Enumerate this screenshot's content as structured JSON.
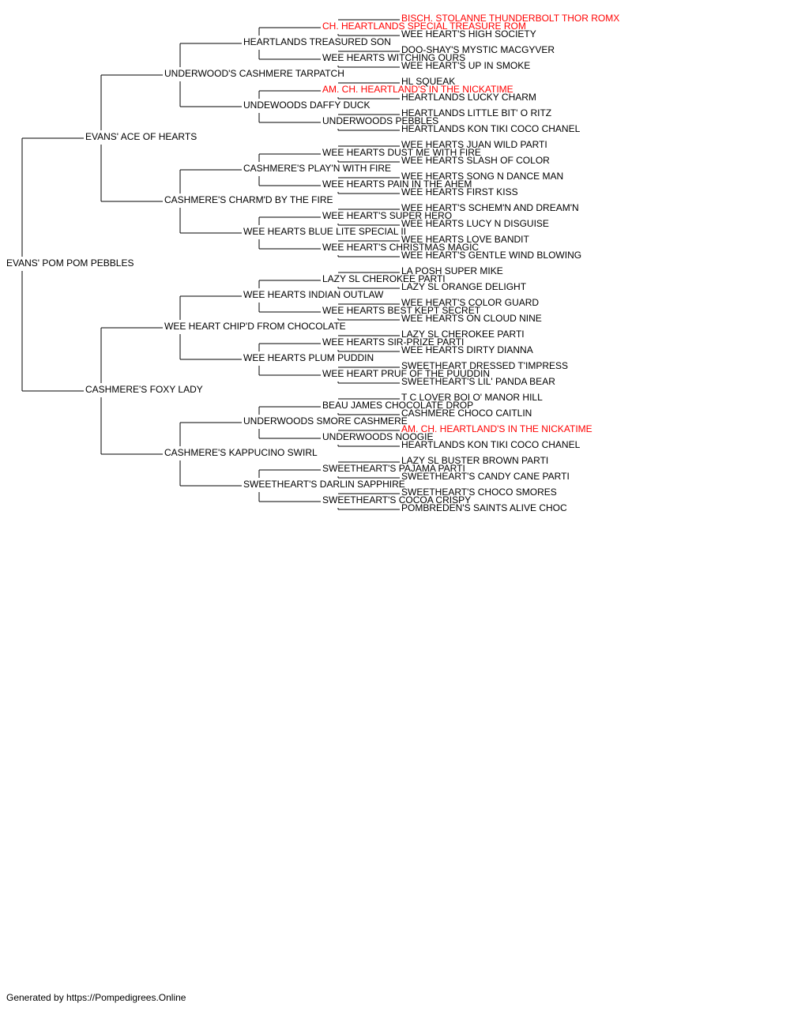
{
  "colors": {
    "normal": "#000000",
    "champion": "#ff0000",
    "line": "#000000"
  },
  "dog": {
    "name": "EVANS' POM POM PEBBLES",
    "sire": {
      "name": "EVANS' ACE OF HEARTS",
      "sire": {
        "name": "UNDERWOOD'S CASHMERE TARPATCH",
        "sire": {
          "name": "HEARTLANDS TREASURED SON",
          "sire": {
            "name": "CH. HEARTLANDS SPECIAL TREASURE ROM",
            "champion": true,
            "sire": {
              "name": "BISCH. STOLANNE THUNDERBOLT THOR ROMX",
              "champion": true
            },
            "dam": {
              "name": "WEE HEART'S HIGH SOCIETY"
            }
          },
          "dam": {
            "name": "WEE HEARTS WITCHING OURS",
            "sire": {
              "name": "DOO-SHAY'S MYSTIC MACGYVER"
            },
            "dam": {
              "name": "WEE HEART'S UP IN SMOKE"
            }
          }
        },
        "dam": {
          "name": "UNDEWOODS DAFFY DUCK",
          "sire": {
            "name": "AM. CH. HEARTLAND'S IN THE NICKATIME",
            "champion": true,
            "sire": {
              "name": "HL SQUEAK"
            },
            "dam": {
              "name": "HEARTLANDS LUCKY CHARM"
            }
          },
          "dam": {
            "name": "UNDERWOODS PEBBLES",
            "sire": {
              "name": "HEARTLANDS LITTLE BIT' O RITZ"
            },
            "dam": {
              "name": "HEARTLANDS KON TIKI COCO CHANEL"
            }
          }
        }
      },
      "dam": {
        "name": "CASHMERE'S CHARM'D BY THE FIRE",
        "sire": {
          "name": "CASHMERE'S PLAY'N WITH FIRE",
          "sire": {
            "name": "WEE HEARTS DUST ME WITH FIRE",
            "sire": {
              "name": "WEE HEARTS JUAN WILD PARTI"
            },
            "dam": {
              "name": "WEE HEARTS SLASH OF COLOR"
            }
          },
          "dam": {
            "name": "WEE HEARTS PAIN IN THE AHEM",
            "sire": {
              "name": "WEE HEARTS SONG N DANCE MAN"
            },
            "dam": {
              "name": "WEE HEARTS FIRST KISS"
            }
          }
        },
        "dam": {
          "name": "WEE HEARTS BLUE LITE SPECIAL II",
          "sire": {
            "name": "WEE HEART'S SUPER HERO",
            "sire": {
              "name": "WEE HEART'S SCHEM'N AND DREAM'N"
            },
            "dam": {
              "name": "WEE HEARTS LUCY N DISGUISE"
            }
          },
          "dam": {
            "name": "WEE HEART'S CHRISTMAS MAGIC",
            "sire": {
              "name": "WEE HEARTS LOVE BANDIT"
            },
            "dam": {
              "name": "WEE HEART'S GENTLE WIND BLOWING"
            }
          }
        }
      }
    },
    "dam": {
      "name": "CASHMERE'S FOXY LADY",
      "sire": {
        "name": "WEE HEART CHIP'D FROM CHOCOLATE",
        "sire": {
          "name": "WEE HEARTS INDIAN OUTLAW",
          "sire": {
            "name": "LAZY SL CHEROKEE PARTI",
            "sire": {
              "name": "LA POSH SUPER MIKE"
            },
            "dam": {
              "name": "LAZY SL ORANGE DELIGHT"
            }
          },
          "dam": {
            "name": "WEE HEARTS BEST KEPT SECRET",
            "sire": {
              "name": "WEE HEART'S COLOR GUARD"
            },
            "dam": {
              "name": "WEE HEARTS ON CLOUD NINE"
            }
          }
        },
        "dam": {
          "name": "WEE HEARTS PLUM PUDDIN",
          "sire": {
            "name": "WEE HEARTS SIR-PRIZE PARTI",
            "sire": {
              "name": "LAZY SL CHEROKEE PARTI"
            },
            "dam": {
              "name": "WEE HEARTS DIRTY DIANNA"
            }
          },
          "dam": {
            "name": "WEE HEART PRUF OF THE PUUDDIN",
            "sire": {
              "name": "SWEETHEART DRESSED T'IMPRESS"
            },
            "dam": {
              "name": "SWEETHEART'S LIL' PANDA BEAR"
            }
          }
        }
      },
      "dam": {
        "name": "CASHMERE'S KAPPUCINO SWIRL",
        "sire": {
          "name": "UNDERWOODS SMORE CASHMERE",
          "sire": {
            "name": "BEAU JAMES CHOCOLATE DROP",
            "sire": {
              "name": "T C LOVER BOI O' MANOR HILL"
            },
            "dam": {
              "name": "CASHMERE CHOCO CAITLIN"
            }
          },
          "dam": {
            "name": "UNDERWOODS NOOGIE",
            "sire": {
              "name": "AM. CH. HEARTLAND'S IN THE NICKATIME",
              "champion": true
            },
            "dam": {
              "name": "HEARTLANDS KON TIKI COCO CHANEL"
            }
          }
        },
        "dam": {
          "name": "SWEETHEART'S DARLIN SAPPHIRE",
          "sire": {
            "name": "SWEETHEART'S PAJAMA PARTI",
            "sire": {
              "name": "LAZY SL BUSTER BROWN PARTI"
            },
            "dam": {
              "name": "SWEETHEART'S CANDY CANE PARTI"
            }
          },
          "dam": {
            "name": "SWEETHEART'S COCOA CRISPY",
            "sire": {
              "name": "SWEETHEART'S CHOCO SMORES"
            },
            "dam": {
              "name": "POMBREDEN'S SAINTS ALIVE CHOC"
            }
          }
        }
      }
    }
  },
  "footer": {
    "text": "Generated by https://Pompedigrees.Online"
  }
}
